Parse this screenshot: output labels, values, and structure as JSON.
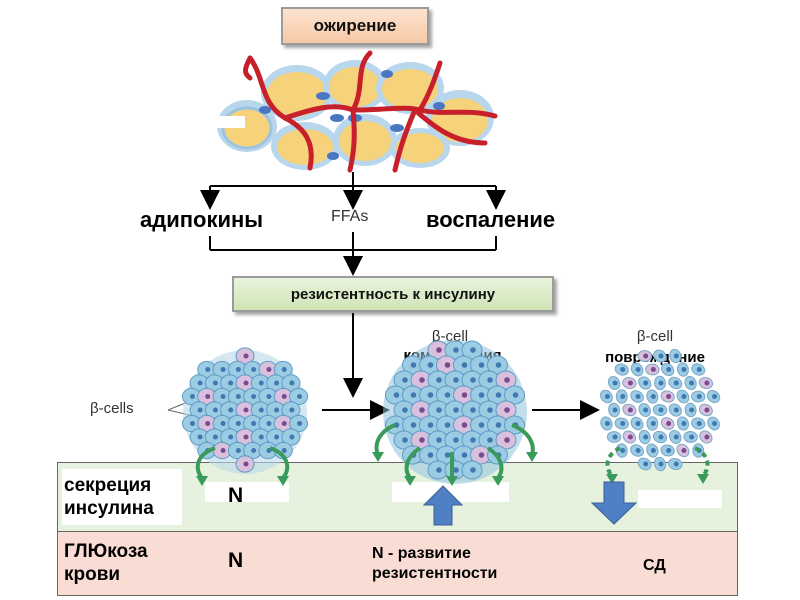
{
  "top_box": {
    "label": "ожирение"
  },
  "pathway": {
    "left": "адипокины",
    "center": "FFAs",
    "right": "воспаление"
  },
  "resistance_box": {
    "label": "резистентность к инсулину"
  },
  "cells": {
    "left_label": "β-cells",
    "middle_title": "β-cell",
    "middle_sub": "компенсация",
    "right_title": "β-cell",
    "right_sub": "повреждение"
  },
  "table": {
    "row1_label": "секреция инсулина",
    "row2_label": "ГЛЮкоза крови",
    "col1_secretion": "N",
    "col1_glucose": "N",
    "col2_glucose": "N - развитие резистентности",
    "col3_glucose": "СД"
  },
  "colors": {
    "adipocyte": "#f6d27a",
    "vessel": "#c8202a",
    "nucleus": "#4a78c0",
    "arrow_up": "#4f7fc4",
    "curved_arrow": "#3a9a5a",
    "green_panel": "#e6f2dd",
    "pink_panel": "#f9ddd5"
  }
}
